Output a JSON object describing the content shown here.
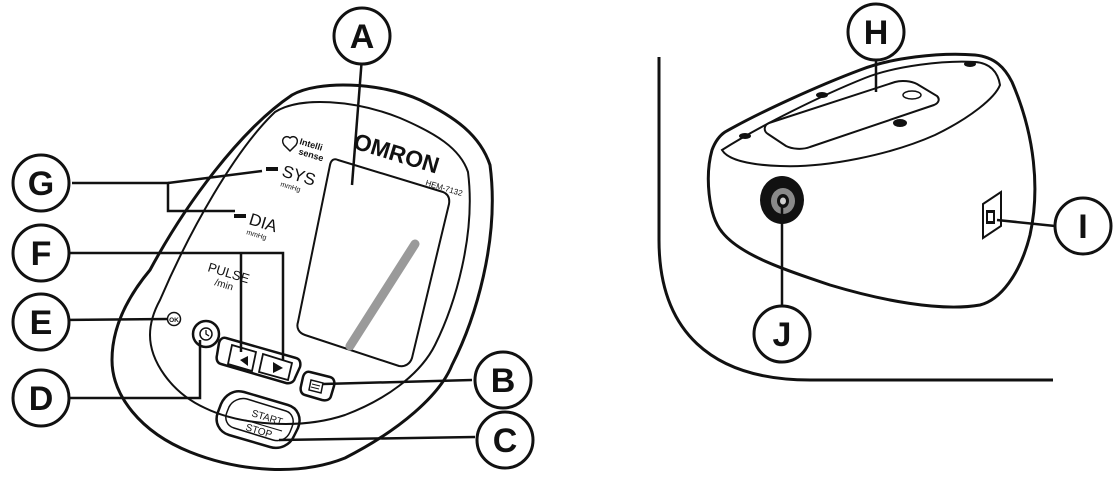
{
  "callouts": {
    "a": "A",
    "b": "B",
    "c": "C",
    "d": "D",
    "e": "E",
    "f": "F",
    "g": "G",
    "h": "H",
    "i": "I",
    "j": "J"
  },
  "device": {
    "brand": "OMRON",
    "model": "HEM-7132",
    "intelli_line1": "Intelli",
    "intelli_line2": "sense",
    "sys": "SYS",
    "sys_unit": "mmHg",
    "dia": "DIA",
    "dia_unit": "mmHg",
    "pulse": "PULSE",
    "pulse_unit": "/min",
    "ok": "OK",
    "start": "START",
    "stop": "STOP"
  },
  "colors": {
    "line": "#111111",
    "screen_bar": "#9a9a9a",
    "background": "#ffffff"
  }
}
